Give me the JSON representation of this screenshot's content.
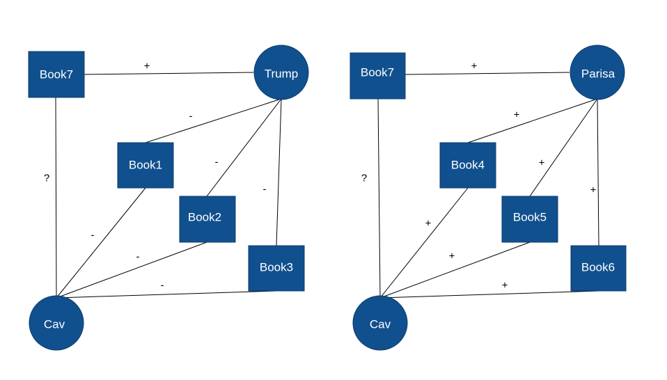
{
  "diagrams": [
    {
      "nodes": {
        "top_left": {
          "label": "Book7",
          "shape": "square"
        },
        "top_right": {
          "label": "Trump",
          "shape": "circle"
        },
        "mid_1": {
          "label": "Book1",
          "shape": "square"
        },
        "mid_2": {
          "label": "Book2",
          "shape": "square"
        },
        "mid_3": {
          "label": "Book3",
          "shape": "square"
        },
        "bottom": {
          "label": "Cav",
          "shape": "circle"
        }
      },
      "edges": [
        {
          "from": "top_left",
          "to": "top_right",
          "label": "+"
        },
        {
          "from": "top_left",
          "to": "bottom",
          "label": "?"
        },
        {
          "from": "top_right",
          "to": "mid_1",
          "label": "-"
        },
        {
          "from": "top_right",
          "to": "mid_2",
          "label": "-"
        },
        {
          "from": "top_right",
          "to": "mid_3",
          "label": "-"
        },
        {
          "from": "mid_1",
          "to": "bottom",
          "label": "-"
        },
        {
          "from": "mid_2",
          "to": "bottom",
          "label": "-"
        },
        {
          "from": "mid_3",
          "to": "bottom",
          "label": "-"
        }
      ]
    },
    {
      "nodes": {
        "top_left": {
          "label": "Book7",
          "shape": "square"
        },
        "top_right": {
          "label": "Parisa",
          "shape": "circle"
        },
        "mid_1": {
          "label": "Book4",
          "shape": "square"
        },
        "mid_2": {
          "label": "Book5",
          "shape": "square"
        },
        "mid_3": {
          "label": "Book6",
          "shape": "square"
        },
        "bottom": {
          "label": "Cav",
          "shape": "circle"
        }
      },
      "edges": [
        {
          "from": "top_left",
          "to": "top_right",
          "label": "+"
        },
        {
          "from": "top_left",
          "to": "bottom",
          "label": "?"
        },
        {
          "from": "top_right",
          "to": "mid_1",
          "label": "+"
        },
        {
          "from": "top_right",
          "to": "mid_2",
          "label": "+"
        },
        {
          "from": "top_right",
          "to": "mid_3",
          "label": "+"
        },
        {
          "from": "mid_1",
          "to": "bottom",
          "label": "+"
        },
        {
          "from": "mid_2",
          "to": "bottom",
          "label": "+"
        },
        {
          "from": "mid_3",
          "to": "bottom",
          "label": "+"
        }
      ]
    }
  ],
  "colors": {
    "node_fill": "#11508e",
    "node_stroke": "#0b3c6d",
    "edge": "#000000",
    "background": "#ffffff"
  }
}
